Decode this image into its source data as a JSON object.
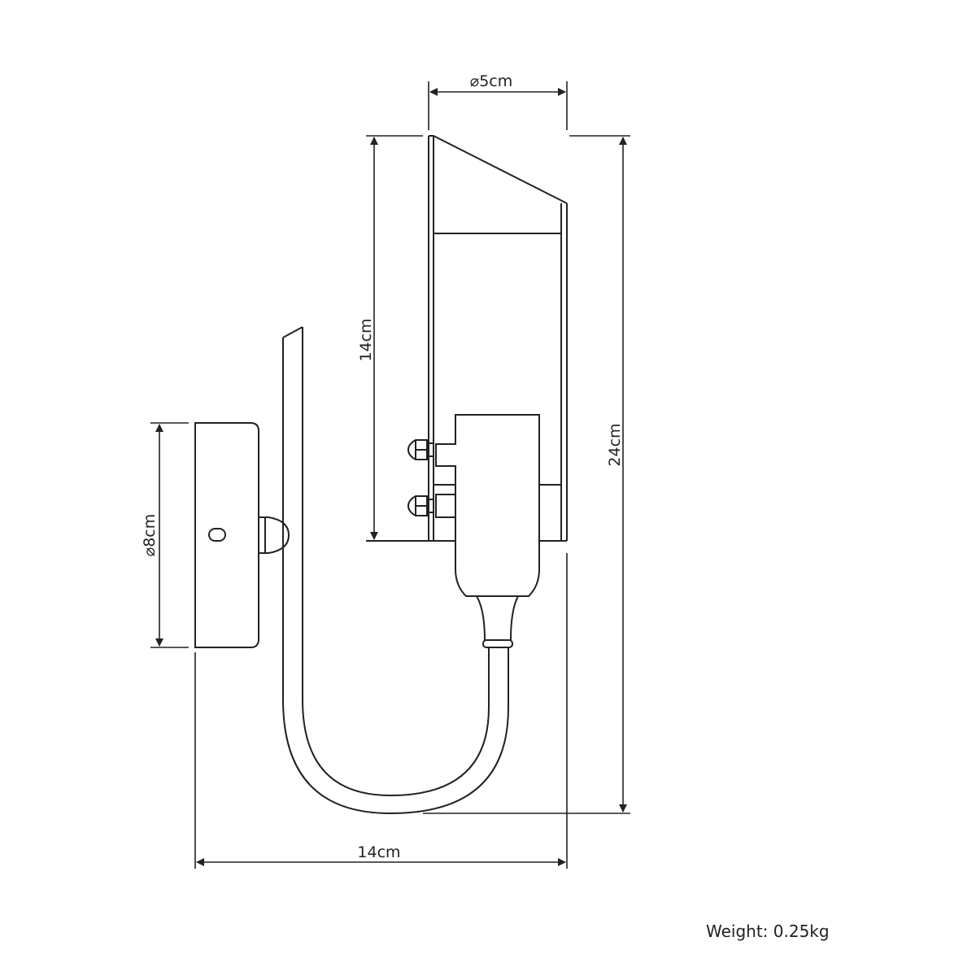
{
  "dimensions": {
    "shade_diameter": "⌀5cm",
    "shade_height": "14cm",
    "total_height": "24cm",
    "backplate_diameter": "⌀8cm",
    "projection": "14cm"
  },
  "weight": "Weight: 0.25kg",
  "colors": {
    "line": "#222222",
    "background": "#ffffff"
  }
}
